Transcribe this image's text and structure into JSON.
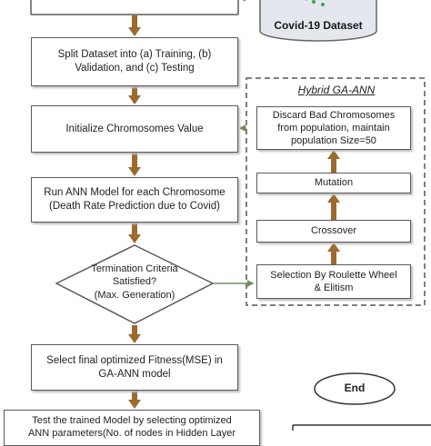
{
  "dataset_label": "Covid-19 Dataset",
  "steps": {
    "split": "Split Dataset into (a) Training, (b)\nValidation, and (c) Testing",
    "init": "Initialize Chromosomes Value",
    "run_ann": "Run ANN Model for each Chromosome\n(Death Rate Prediction due to Covid)",
    "termination": "Termination Criteria\nSatisfied?\n(Max. Generation)",
    "select_final": "Select final optimized Fitness(MSE) in\nGA-ANN model",
    "test_model": "Test the trained Model by selecting optimized\nANN parameters(No. of nodes in Hidden Layer"
  },
  "hybrid": {
    "title": "Hybrid GA-ANN",
    "discard": "Discard Bad Chromosomes\nfrom population, maintain\npopulation Size=50",
    "mutation": "Mutation",
    "crossover": "Crossover",
    "selection": "Selection By Roulette Wheel\n& Elitism"
  },
  "end_label": "End",
  "colors": {
    "arrow": "#9a6a2e",
    "connector": "#6f8f5e",
    "dataset_fill": "#e4e8ee",
    "dataset_icon": "#3aa64a",
    "border": "#5a5a5a"
  }
}
